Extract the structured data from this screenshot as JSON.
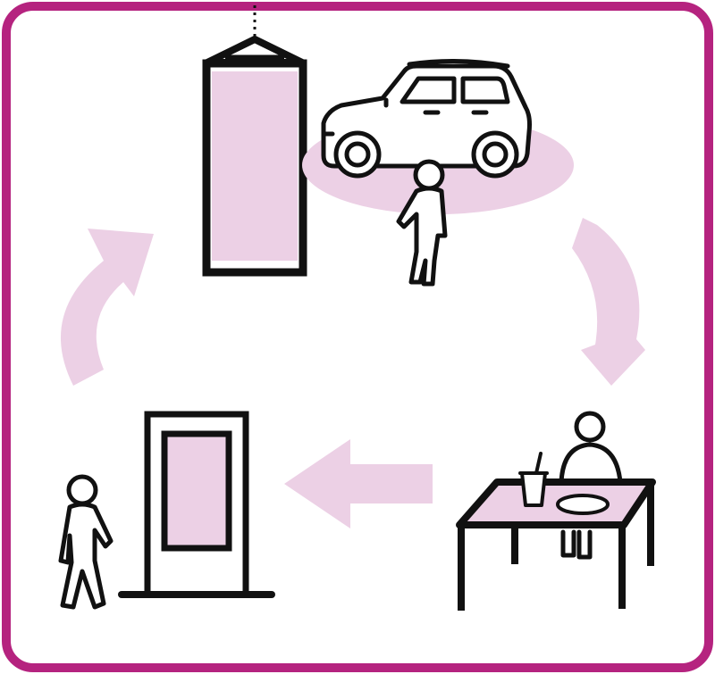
{
  "diagram": {
    "kind": "cycle",
    "colors": {
      "frame": "#b5237f",
      "accent": "#ecd0e5",
      "line": "#111111",
      "background": "#ffffff"
    },
    "steps": [
      {
        "id": "step-hanging-sign-car",
        "icons": [
          "hanging-banner-icon",
          "car-icon",
          "walking-person-icon"
        ]
      },
      {
        "id": "step-dining-table",
        "icons": [
          "seated-person-icon",
          "drink-cup-icon",
          "plate-icon",
          "table-icon"
        ]
      },
      {
        "id": "step-door-exit",
        "icons": [
          "door-icon",
          "walking-person-icon"
        ]
      }
    ],
    "arrows": [
      {
        "id": "arrow-top-right",
        "from": "step-hanging-sign-car",
        "to": "step-dining-table"
      },
      {
        "id": "arrow-bottom",
        "from": "step-dining-table",
        "to": "step-door-exit"
      },
      {
        "id": "arrow-left",
        "from": "step-door-exit",
        "to": "step-hanging-sign-car"
      }
    ]
  }
}
